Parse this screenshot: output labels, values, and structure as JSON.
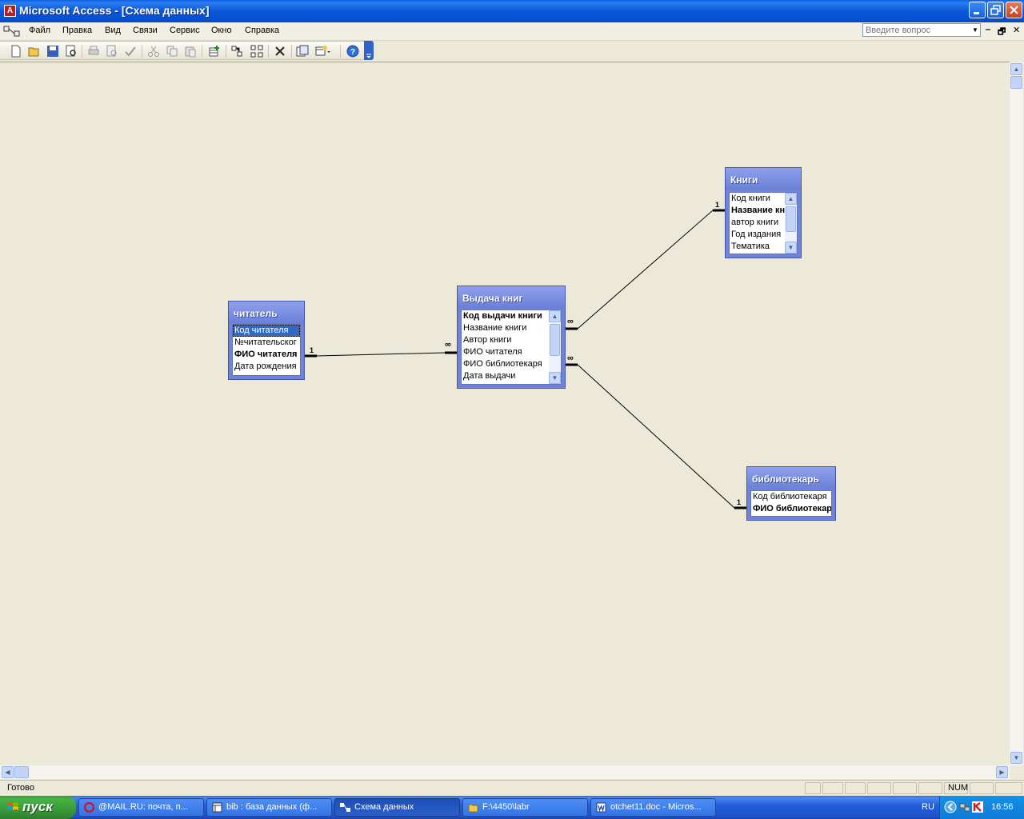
{
  "window": {
    "title": "Microsoft Access - [Схема данных]",
    "icon_letter": "A"
  },
  "menu": {
    "items": [
      "Файл",
      "Правка",
      "Вид",
      "Связи",
      "Сервис",
      "Окно",
      "Справка"
    ],
    "ask_placeholder": "Введите вопрос"
  },
  "toolbar": {
    "buttons": [
      "new-icon",
      "open-icon",
      "save-icon",
      "preview-icon",
      "print-icon",
      "print-preview-icon",
      "spelling-icon",
      "cut-icon",
      "copy-icon",
      "paste-icon",
      "show-table-icon",
      "show-direct-icon",
      "show-all-icon",
      "delete-icon",
      "relationships-icon",
      "new-object-icon",
      "help-icon"
    ]
  },
  "tables": [
    {
      "id": "reader",
      "title": "читатель",
      "fields": [
        {
          "name": "Код читателя",
          "pk": false,
          "selected": true
        },
        {
          "name": "№читательског",
          "pk": false,
          "selected": false
        },
        {
          "name": "ФИО читателя",
          "pk": true,
          "selected": false
        },
        {
          "name": "Дата рождения",
          "pk": false,
          "selected": false
        }
      ],
      "scroll": false
    },
    {
      "id": "issue",
      "title": "Выдача книг",
      "fields": [
        {
          "name": "Код выдачи книги",
          "pk": true,
          "selected": false
        },
        {
          "name": "Название книги",
          "pk": false,
          "selected": false
        },
        {
          "name": "Автор книги",
          "pk": false,
          "selected": false
        },
        {
          "name": "ФИО читателя",
          "pk": false,
          "selected": false
        },
        {
          "name": "ФИО  библиотекаря",
          "pk": false,
          "selected": false
        },
        {
          "name": "Дата выдачи",
          "pk": false,
          "selected": false
        }
      ],
      "scroll": true
    },
    {
      "id": "books",
      "title": "Книги",
      "fields": [
        {
          "name": "Код книги",
          "pk": false,
          "selected": false
        },
        {
          "name": "Название кни",
          "pk": true,
          "selected": false
        },
        {
          "name": "автор книги",
          "pk": false,
          "selected": false
        },
        {
          "name": "Год издания",
          "pk": false,
          "selected": false
        },
        {
          "name": "Тематика",
          "pk": false,
          "selected": false
        }
      ],
      "scroll": true
    },
    {
      "id": "librarian",
      "title": "библиотекарь",
      "fields": [
        {
          "name": "Код библиотекаря",
          "pk": false,
          "selected": false
        },
        {
          "name": "ФИО библиотекаря",
          "pk": true,
          "selected": false
        }
      ],
      "scroll": false
    }
  ],
  "relationships": {
    "one_label": "1",
    "many_label": "∞"
  },
  "status": {
    "text": "Готово",
    "num": "NUM"
  },
  "taskbar": {
    "start_label": "пуск",
    "tasks": [
      {
        "label": "@MAIL.RU: почта, п...",
        "icon": "opera-icon",
        "active": false
      },
      {
        "label": "bib : база данных (ф...",
        "icon": "database-icon",
        "active": false
      },
      {
        "label": "Схема данных",
        "icon": "relationships-icon",
        "active": true
      },
      {
        "label": "F:\\4450\\labr",
        "icon": "folder-icon",
        "active": false
      },
      {
        "label": "otchet11.doc - Micros...",
        "icon": "word-icon",
        "active": false
      }
    ],
    "lang": "RU",
    "clock": "16:56"
  }
}
